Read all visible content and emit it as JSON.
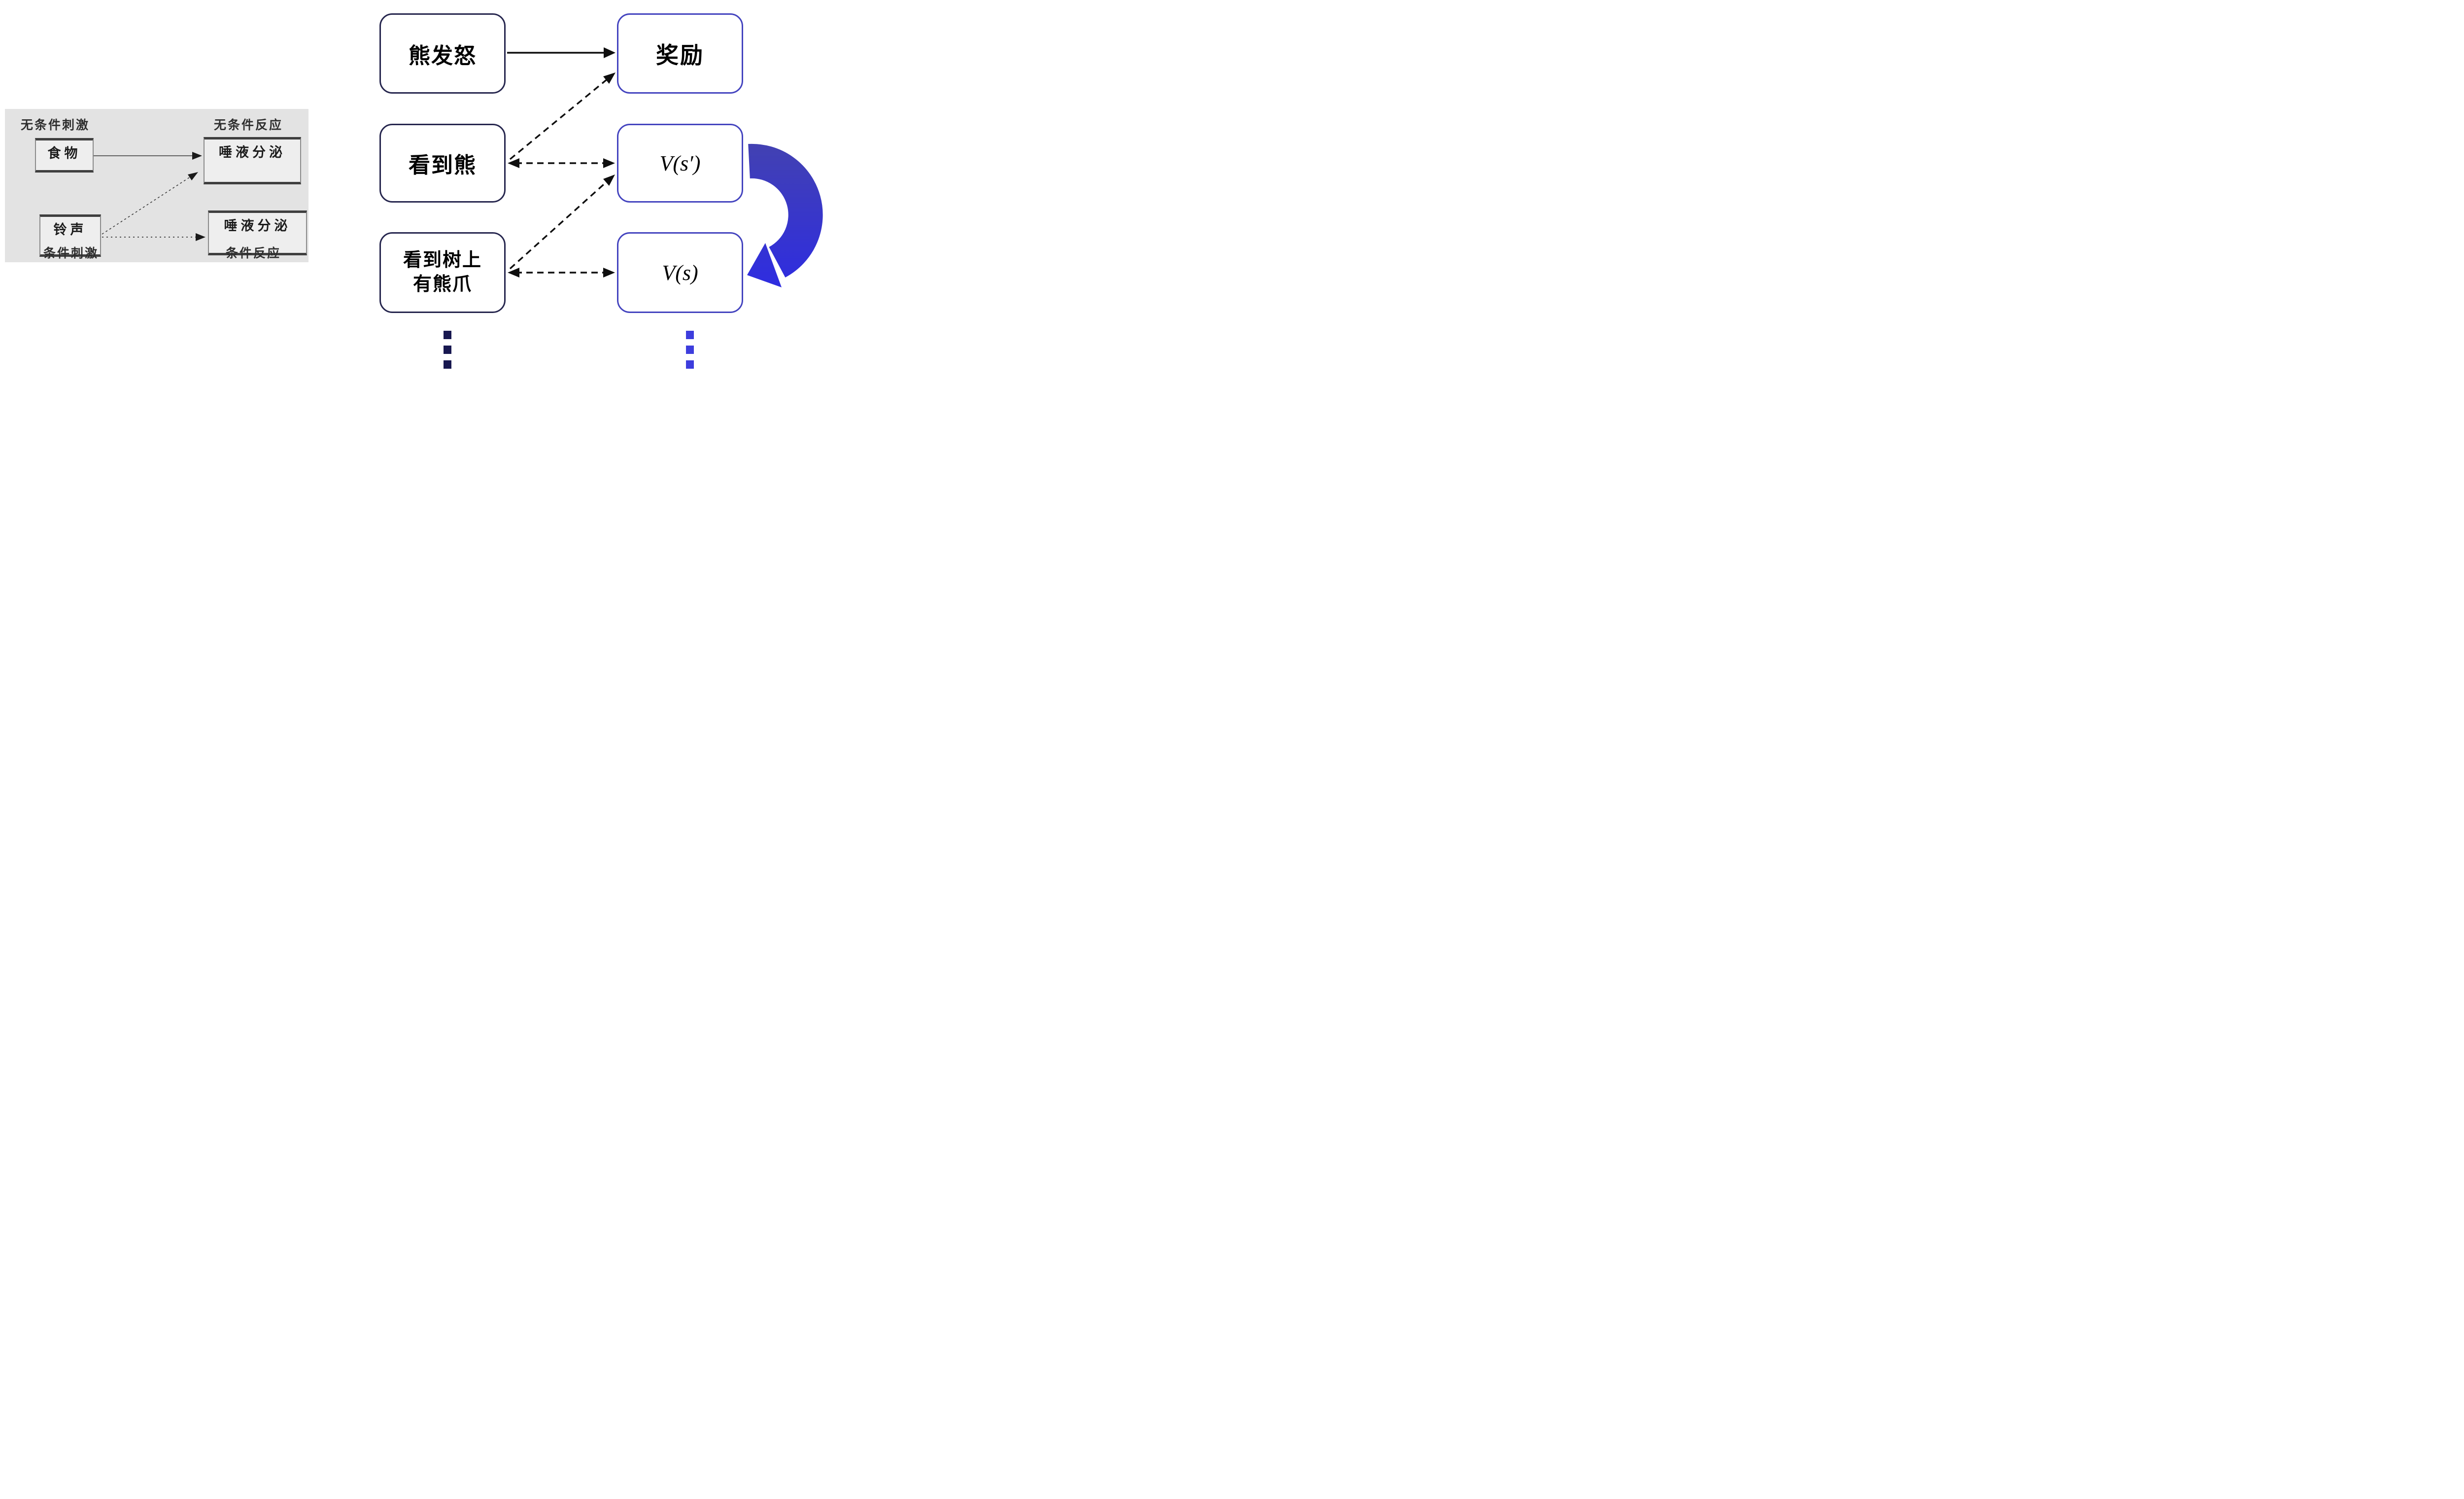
{
  "colors": {
    "panel_bg": "#e3e3e3",
    "panel_text": "#2e2e2e",
    "panel_box_bg": "#eeeeee",
    "panel_box_border_dark": "#3f3f3f",
    "panel_box_border_side": "#8a8a8a",
    "panel_line": "#3a3a3a",
    "panel_arrowhead": "#1a1a1a",
    "stimulus_border": "#26264e",
    "value_border": "#4444bf",
    "dash_black": "#0f0f0f",
    "arrow_blue_top": "#4342b0",
    "arrow_blue_bottom": "#2b29e8",
    "dots_left": "#181850",
    "dots_right": "#3d3ddd",
    "box_text": "#000000"
  },
  "left_panel": {
    "label_unconditioned_stimulus": "无条件刺激",
    "label_unconditioned_response": "无条件反应",
    "label_conditioned_stimulus": "条件刺激",
    "label_conditioned_response": "条件反应",
    "box_food": "食物",
    "box_salivation_top": "唾液分泌",
    "box_bell": "铃声",
    "box_salivation_bottom": "唾液分泌"
  },
  "right_diagram": {
    "box_bear_angry": "熊发怒",
    "box_reward": "奖励",
    "box_see_bear": "看到熊",
    "box_value_next": "V(s′)",
    "box_see_claws_line1": "看到树上",
    "box_see_claws_line2": "有熊爪",
    "box_value_current": "V(s)"
  },
  "connections": [
    {
      "from": "食物",
      "to": "唾液分泌(上)",
      "style": "solid-arrow"
    },
    {
      "from": "铃声",
      "to": "唾液分泌(上)",
      "style": "dashed-arrow"
    },
    {
      "from": "铃声",
      "to": "唾液分泌(下)",
      "style": "dashed-arrow"
    },
    {
      "from": "熊发怒",
      "to": "奖励",
      "style": "solid-arrow"
    },
    {
      "from": "看到熊",
      "to": "奖励",
      "style": "dashed-arrow"
    },
    {
      "from": "看到熊",
      "to": "V(s′)",
      "style": "dashed-double-arrow"
    },
    {
      "from": "看到树上有熊爪",
      "to": "V(s′)",
      "style": "dashed-arrow"
    },
    {
      "from": "看到树上有熊爪",
      "to": "V(s)",
      "style": "dashed-double-arrow"
    },
    {
      "from": "V(s′)",
      "to": "V(s)",
      "style": "blue-cycle-arrow"
    }
  ]
}
